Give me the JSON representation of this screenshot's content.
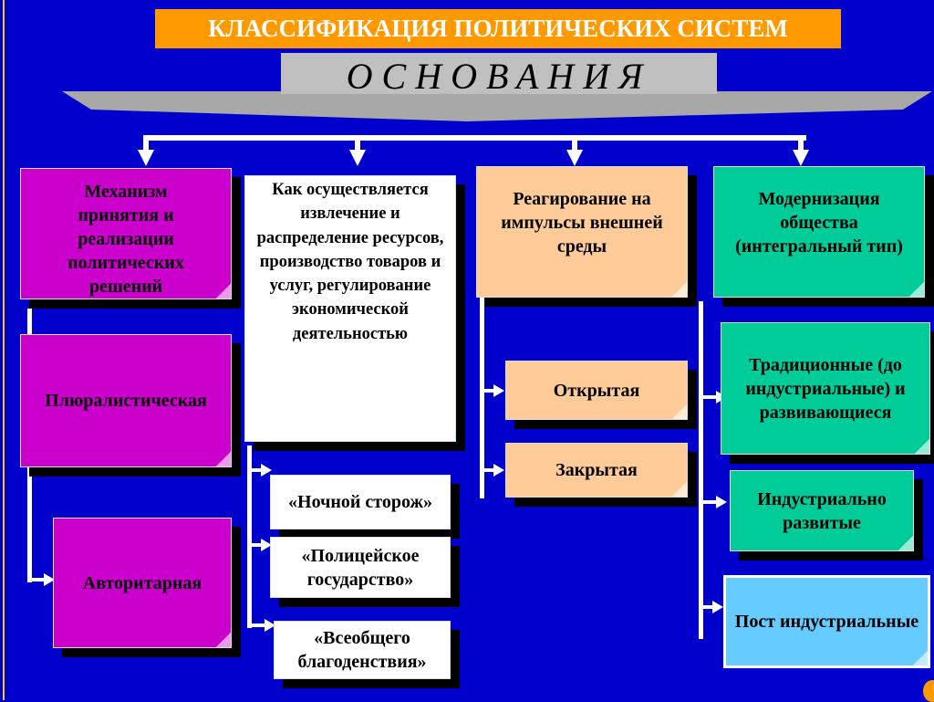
{
  "title": "КЛАССИФИКАЦИЯ ПОЛИТИЧЕСКИХ СИСТЕМ",
  "subtitle": "ОСНОВАНИЯ",
  "bases": [
    {
      "label": "Механизм принятия и реализации политических решений",
      "types": [
        "Плюралистическая",
        "Авторитарная"
      ]
    },
    {
      "label": "Как осуществляется извлечение и распределение ресурсов, производство товаров и услуг, регулирование экономической деятельностью",
      "types": [
        "«Ночной сторож»",
        "«Полицейское государство»",
        "«Всеобщего благоденствия»"
      ]
    },
    {
      "label": "Реагирование на импульсы внешней среды",
      "types": [
        "Открытая",
        "Закрытая"
      ]
    },
    {
      "label": "Модернизация общества (интегральный тип)",
      "types": [
        "Традиционные (до индустриальные) и развивающиеся",
        "Индустриально развитые",
        "Пост индустриальные"
      ]
    }
  ],
  "colors": {
    "background": "#0000cc",
    "title": "#ff9900",
    "magenta": "#cc00cc",
    "peach": "#ffcc99",
    "green": "#00cc99",
    "lightblue": "#66ccff"
  }
}
